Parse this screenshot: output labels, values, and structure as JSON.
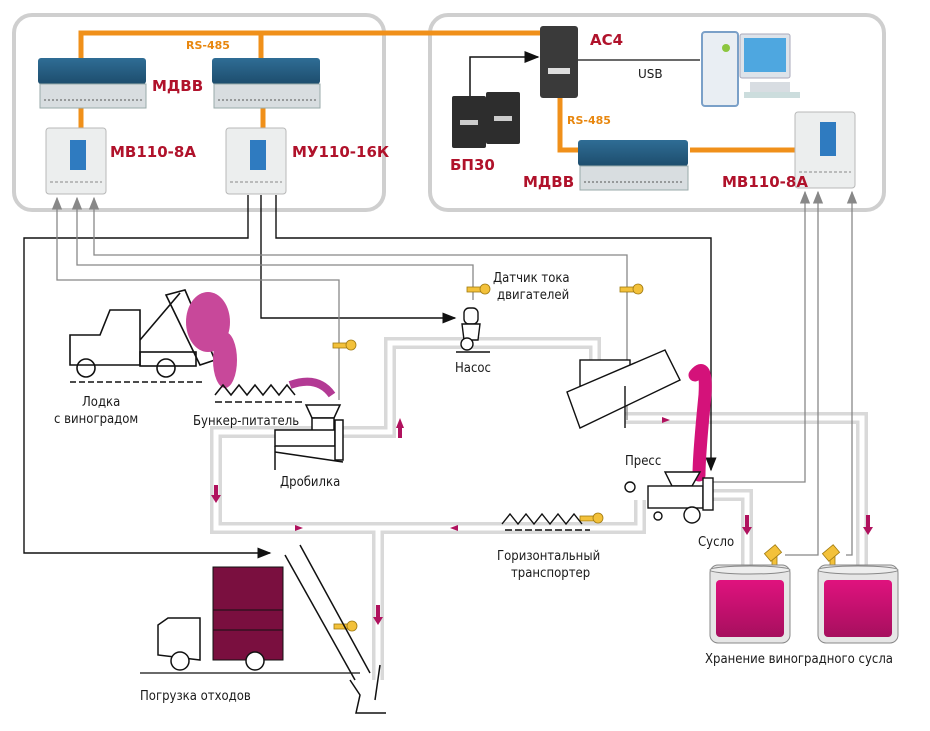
{
  "diagram": {
    "bus_label_left": "RS-485",
    "bus_label_right": "RS-485",
    "usb_label": "USB",
    "devices": {
      "mdvv_left": "МДВВ",
      "mv110_left": "МВ110-8А",
      "mu110": "МУ110-16К",
      "ac4": "АС4",
      "bp30": "БП30",
      "mdvv_right": "МДВВ",
      "mv110_right": "МВ110-8А"
    },
    "equipment": {
      "truck_grapes_line1": "Лодка",
      "truck_grapes_line2": "с виноградом",
      "feeder": "Бункер-питатель",
      "crusher": "Дробилка",
      "current_sensor_line1": "Датчик тока",
      "current_sensor_line2": "двигателей",
      "pump": "Насос",
      "press": "Пресс",
      "must": "Сусло",
      "conveyor_line1": "Горизонтальный",
      "conveyor_line2": "транспортер",
      "waste_loading": "Погрузка отходов",
      "must_storage": "Хранение виноградного сусла"
    },
    "colors": {
      "bus": "#f0901a",
      "device_label": "#b0122b",
      "must": "#d4127a",
      "waste": "#7a0f3f",
      "sensor": "#f3c13a",
      "pipe": "#d9d9d9",
      "frame": "#cfcfcf"
    }
  }
}
